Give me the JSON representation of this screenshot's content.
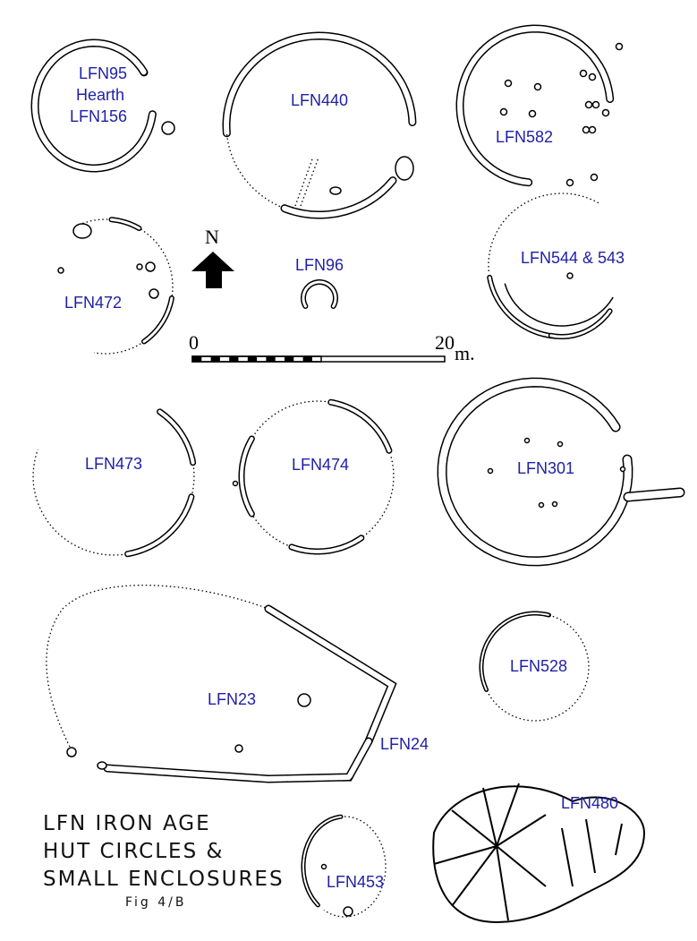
{
  "title": {
    "lines": [
      "LFN IRON AGE",
      "HUT CIRCLES &",
      "SMALL ENCLOSURES"
    ],
    "figure": "Fig 4/B"
  },
  "north_arrow": {
    "label": "N"
  },
  "scale_bar": {
    "start": "0",
    "end": "20",
    "unit": "m."
  },
  "labels": {
    "lfn95": "LFN95",
    "hearth": "Hearth",
    "lfn156": "LFN156",
    "lfn440": "LFN440",
    "lfn582": "LFN582",
    "lfn472": "LFN472",
    "lfn96": "LFN96",
    "lfn544": "LFN544 & 543",
    "lfn473": "LFN473",
    "lfn474": "LFN474",
    "lfn301": "LFN301",
    "lfn23": "LFN23",
    "lfn24": "LFN24",
    "lfn528": "LFN528",
    "lfn480": "LFN480",
    "lfn453": "LFN453"
  },
  "colors": {
    "label": "#1f1fa8",
    "ink": "#000000"
  }
}
